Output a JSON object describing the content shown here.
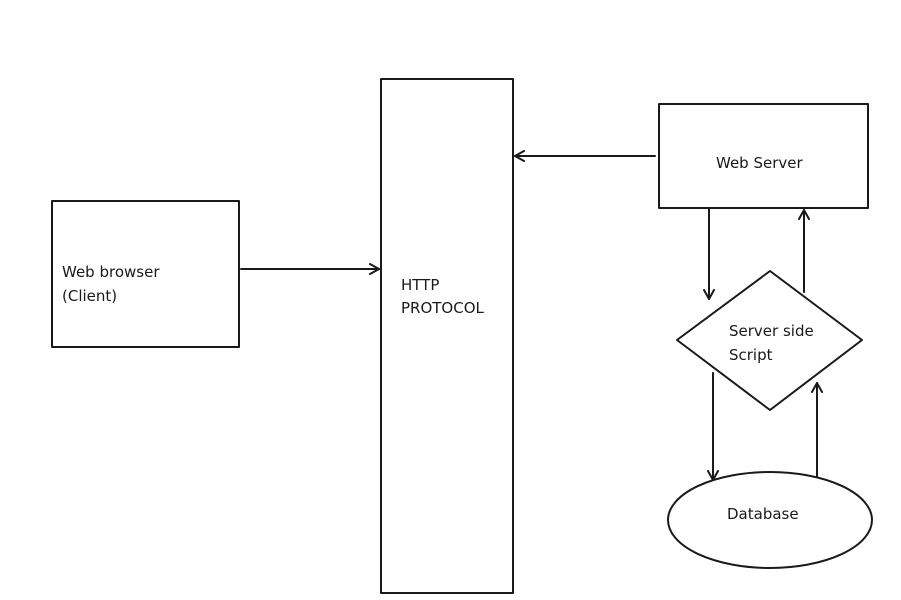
{
  "nodes": {
    "browser": {
      "line1": "Web browser",
      "line2": "(Client)"
    },
    "http": {
      "line1": "HTTP",
      "line2": "PROTOCOL"
    },
    "server": {
      "label": "Web Server"
    },
    "script": {
      "line1": "Server side",
      "line2": "Script"
    },
    "database": {
      "label": "Database"
    }
  }
}
